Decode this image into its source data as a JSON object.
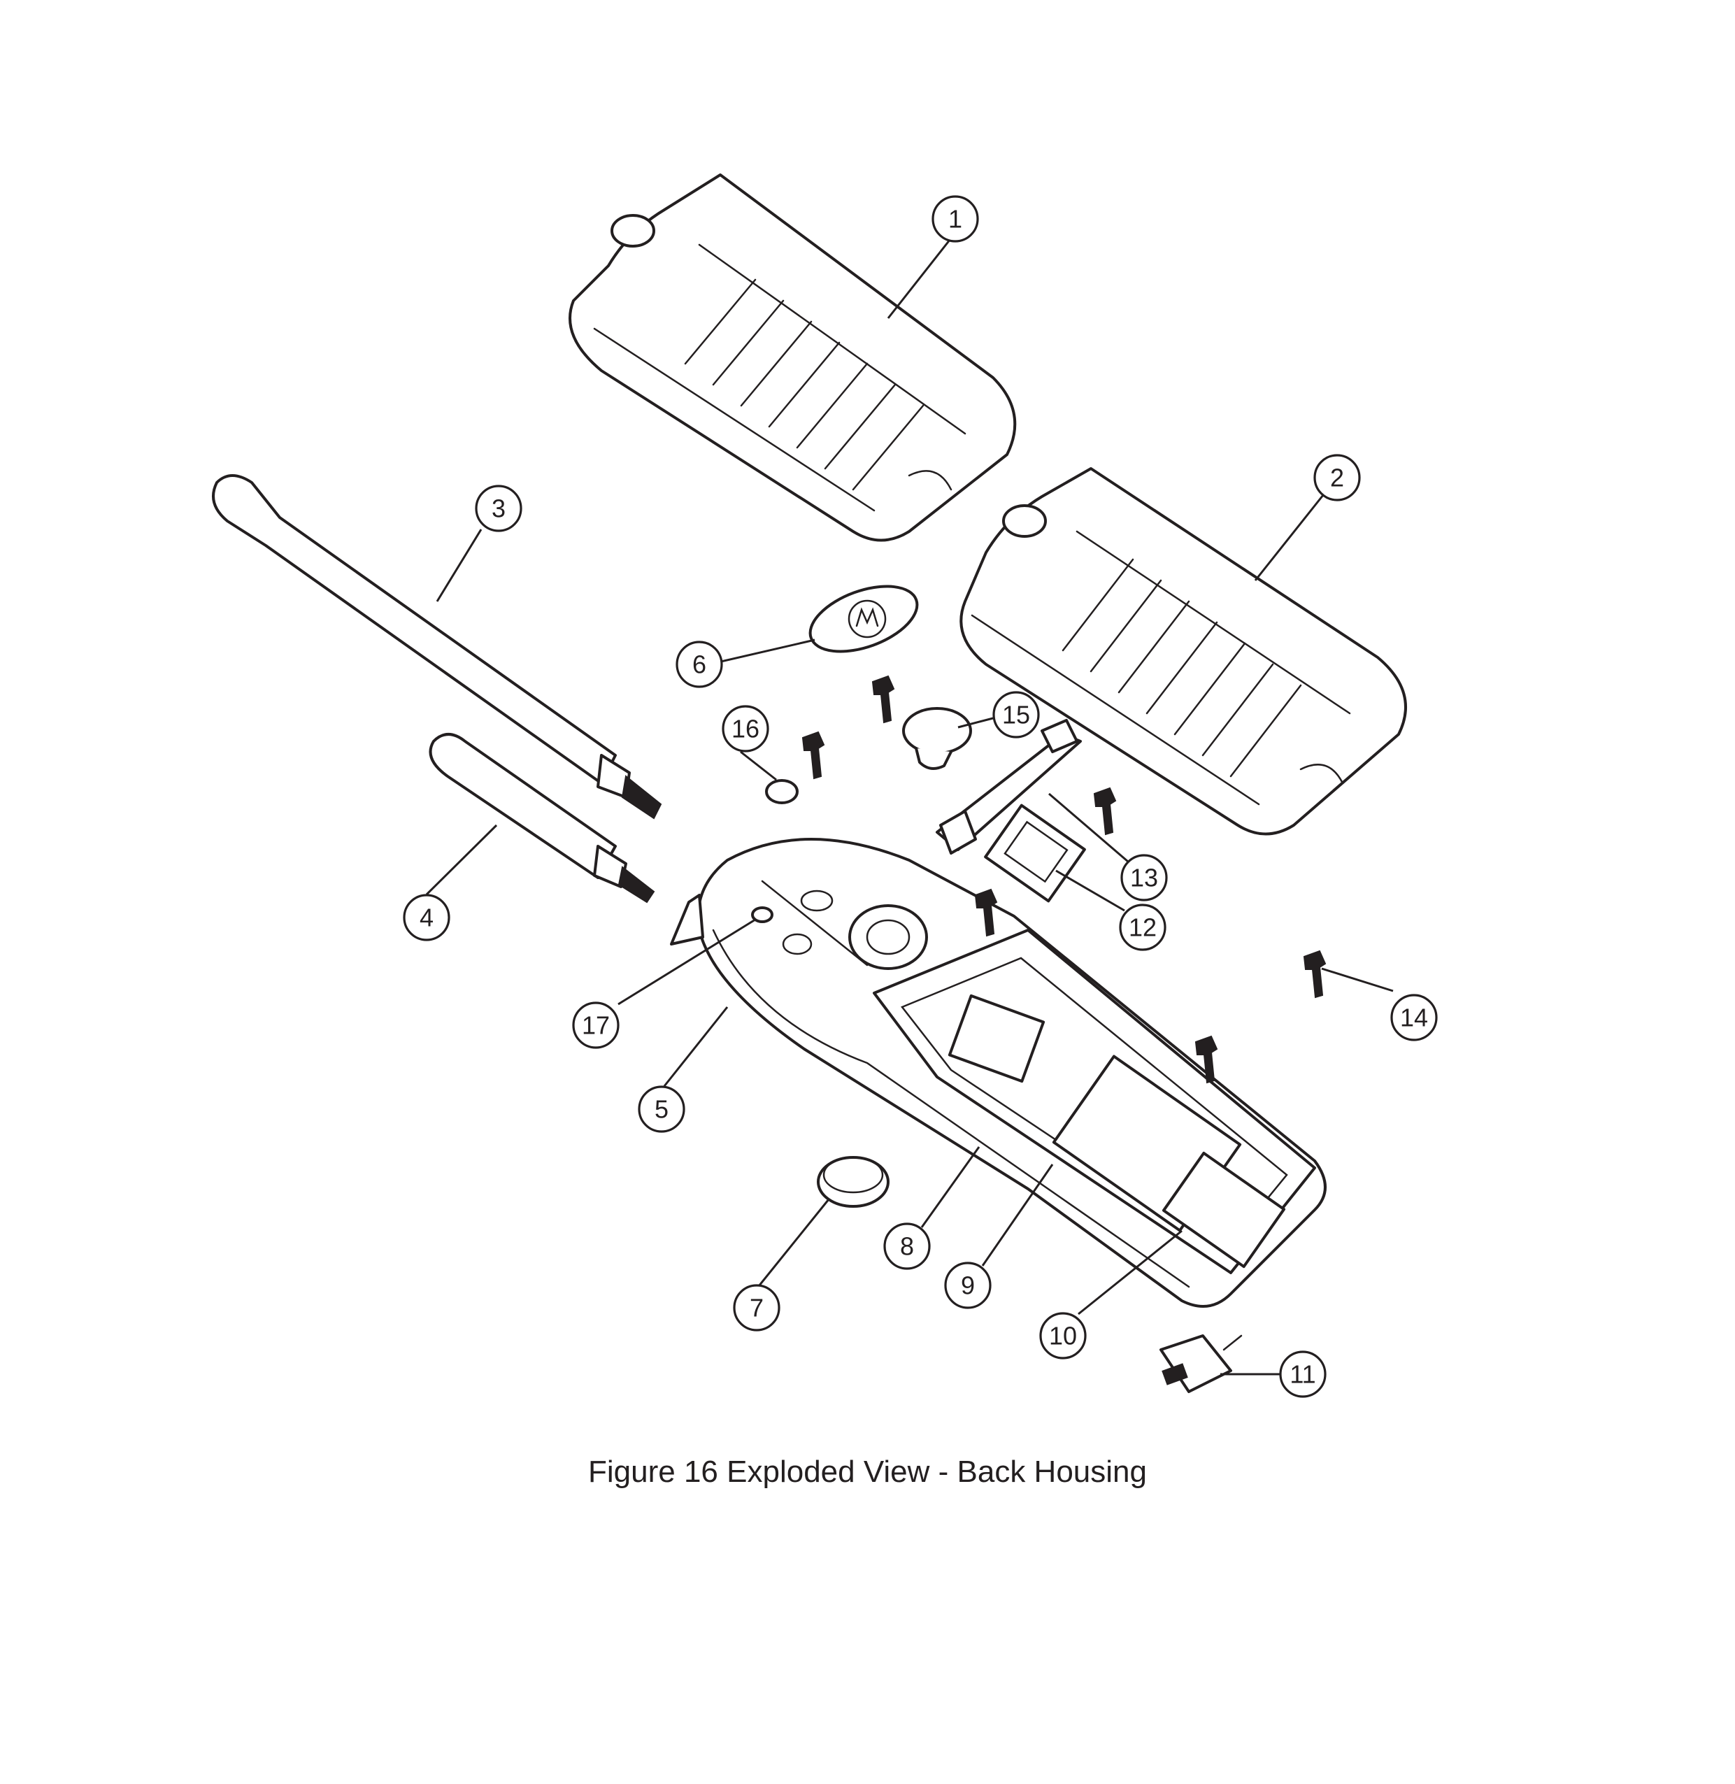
{
  "caption": "Figure 16  Exploded View - Back Housing",
  "colors": {
    "line": "#231f20",
    "background": "#ffffff"
  },
  "callouts": [
    "1",
    "2",
    "3",
    "4",
    "5",
    "6",
    "7",
    "8",
    "9",
    "10",
    "11",
    "12",
    "13",
    "14",
    "15",
    "16",
    "17"
  ]
}
